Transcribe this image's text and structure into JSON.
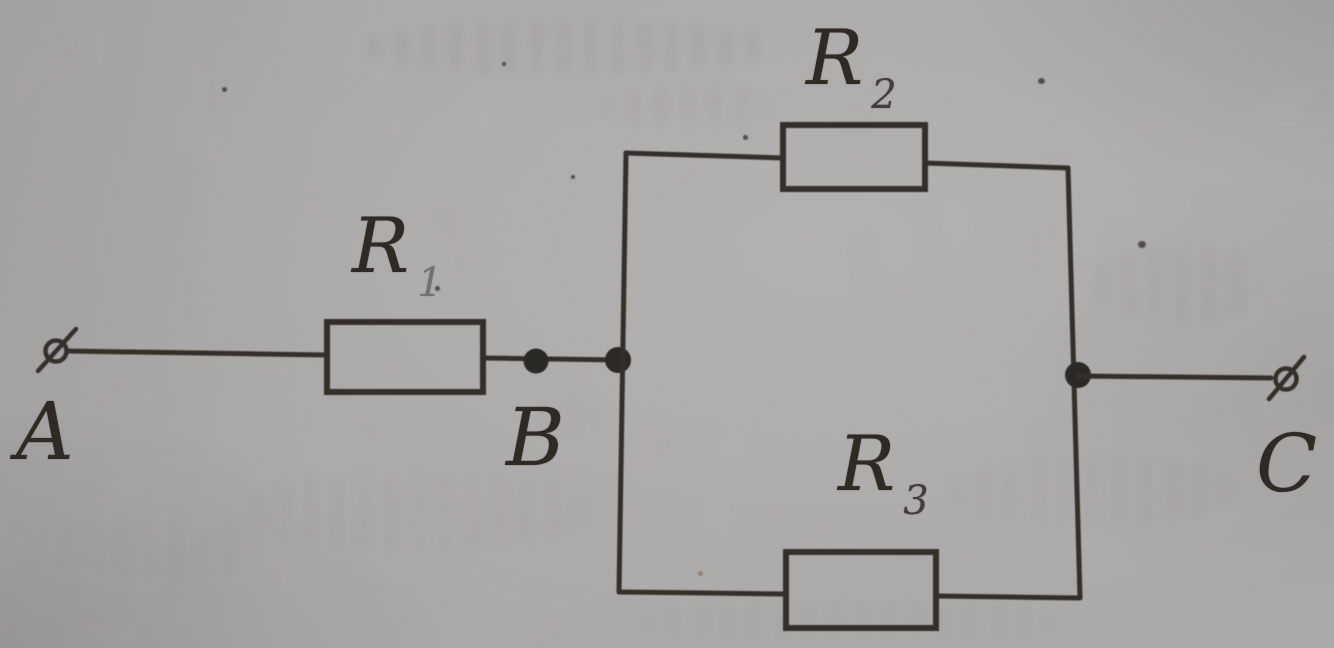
{
  "figure": {
    "kind": "scanned circuit diagram on gray textbook paper",
    "paper_color": "#aeacaa",
    "ink_color": "#2e2b27",
    "terminals": [
      {
        "label": "A",
        "symbol": "open-circle-with-slash"
      },
      {
        "label": "C",
        "symbol": "open-circle-with-slash"
      }
    ],
    "junction": {
      "label": "B"
    },
    "resistors": [
      {
        "base": "R",
        "subscript": "1",
        "placement": "series, between terminal A and node B"
      },
      {
        "base": "R",
        "subscript": "2",
        "placement": "top branch of parallel pair between node B and terminal C"
      },
      {
        "base": "R",
        "subscript": "3",
        "placement": "bottom branch of parallel pair between node B and terminal C"
      }
    ]
  }
}
